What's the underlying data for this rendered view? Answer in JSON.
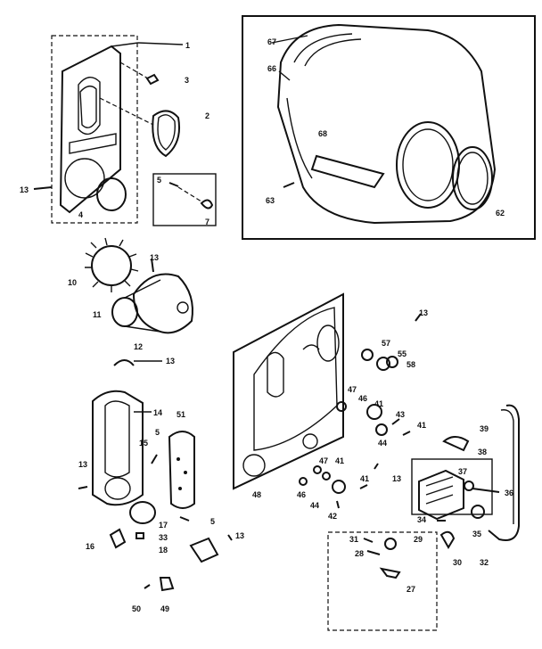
{
  "callouts": {
    "c1": "1",
    "c2": "2",
    "c3": "3",
    "c4": "4",
    "c5a": "5",
    "c7": "7",
    "c13a": "13",
    "c67": "67",
    "c66": "66",
    "c68": "68",
    "c63": "63",
    "c62": "62",
    "c10": "10",
    "c11": "11",
    "c13b": "13",
    "c12": "12",
    "c13c": "13",
    "c14": "14",
    "c15": "15",
    "c5b": "5",
    "c51": "51",
    "c13d": "13",
    "c17": "17",
    "c5c": "5",
    "c33": "33",
    "c16": "16",
    "c18": "18",
    "c13e": "13",
    "c50": "50",
    "c49": "49",
    "c13f": "13",
    "c57": "57",
    "c55": "55",
    "c58": "58",
    "c47a": "47",
    "c46a": "46",
    "c41a": "41",
    "c43": "43",
    "c44a": "44",
    "c41b": "41",
    "c48": "48",
    "c47b": "47",
    "c41c": "41",
    "c46b": "46",
    "c44b": "44",
    "c41d": "41",
    "c42": "42",
    "c13g": "13",
    "c39": "39",
    "c38": "38",
    "c37": "37",
    "c36": "36",
    "c34": "34",
    "c35": "35",
    "c30": "30",
    "c32": "32",
    "c31": "31",
    "c29": "29",
    "c28": "28",
    "c27": "27"
  }
}
